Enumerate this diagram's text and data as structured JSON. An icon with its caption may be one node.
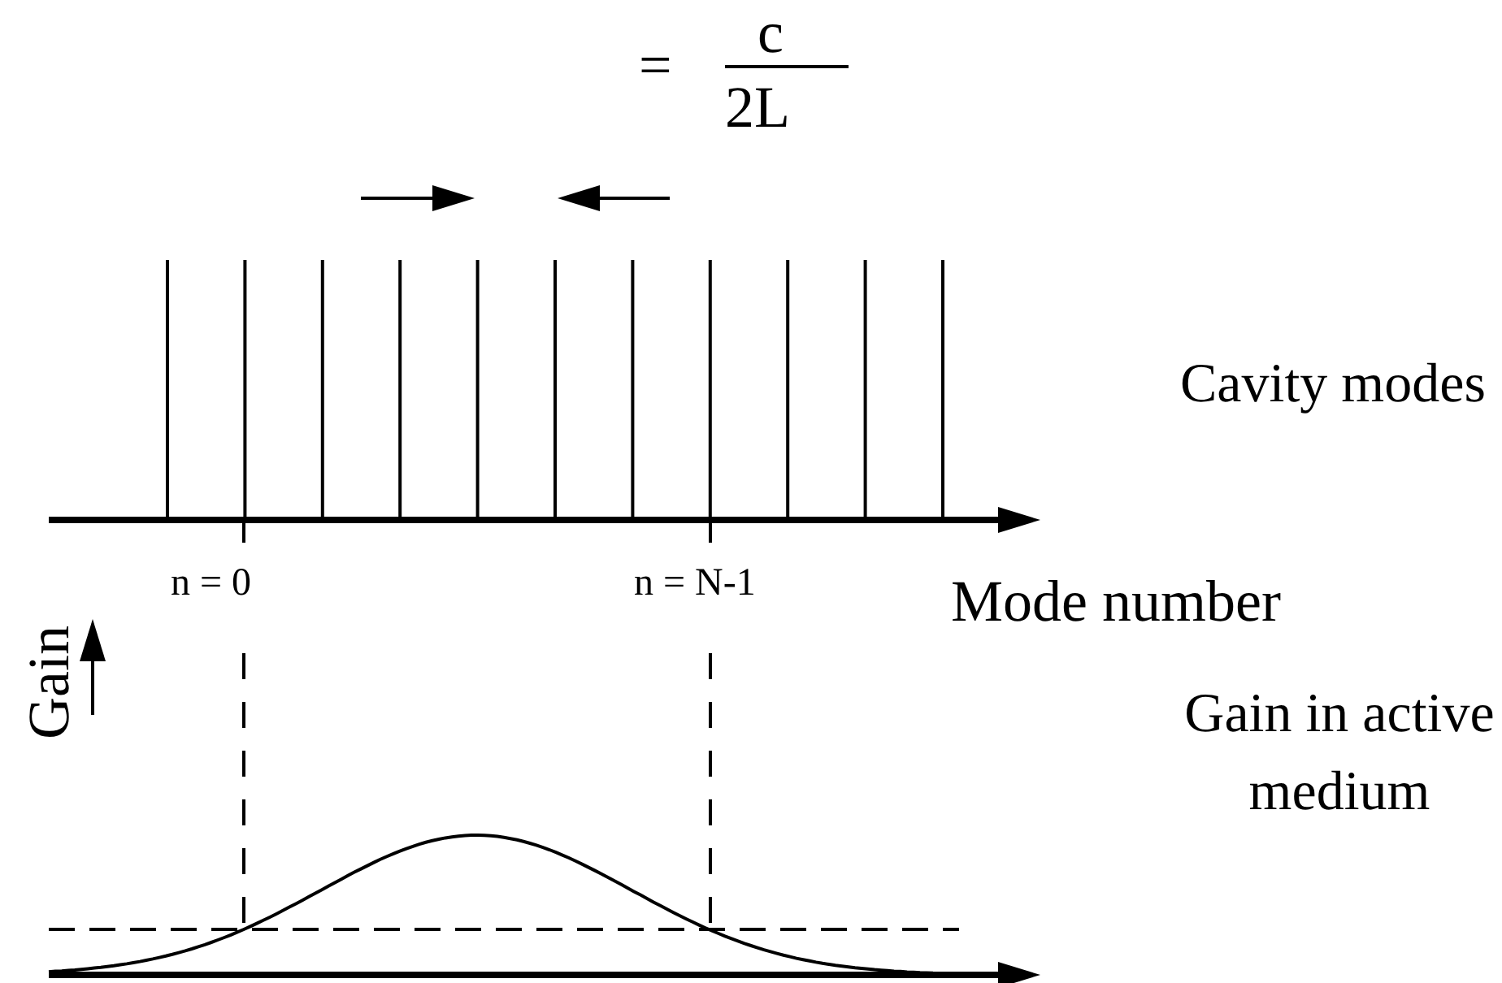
{
  "diagram": {
    "labels": [
      "=",
      "c",
      "2L",
      "Cavity modes",
      "n = 0",
      "n = N-1",
      "Mode number",
      "Gain",
      "Gain in active medium"
    ]
  }
}
